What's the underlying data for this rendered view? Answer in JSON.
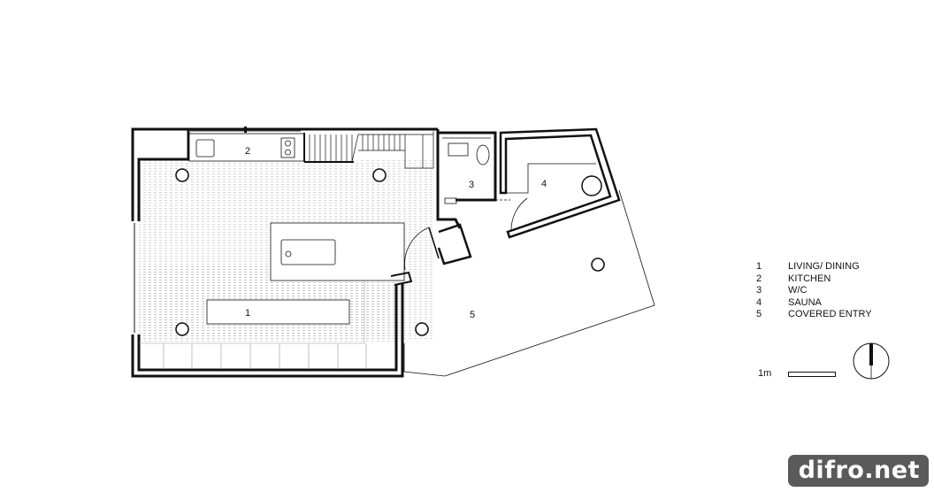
{
  "rooms": {
    "r1": "1",
    "r2": "2",
    "r3": "3",
    "r4": "4",
    "r5": "5"
  },
  "legend": [
    {
      "num": "1",
      "label": "LIVING/ DINING"
    },
    {
      "num": "2",
      "label": "KITCHEN"
    },
    {
      "num": "3",
      "label": "W/C"
    },
    {
      "num": "4",
      "label": "SAUNA"
    },
    {
      "num": "5",
      "label": "COVERED ENTRY"
    }
  ],
  "scale": {
    "label": "1m"
  },
  "watermark": "difro.net",
  "colors": {
    "lines": "#111111",
    "hatch": "#cfcfcf",
    "watermark_bg": "#5a5a5a"
  },
  "icons": [
    "north-arrow-icon"
  ]
}
